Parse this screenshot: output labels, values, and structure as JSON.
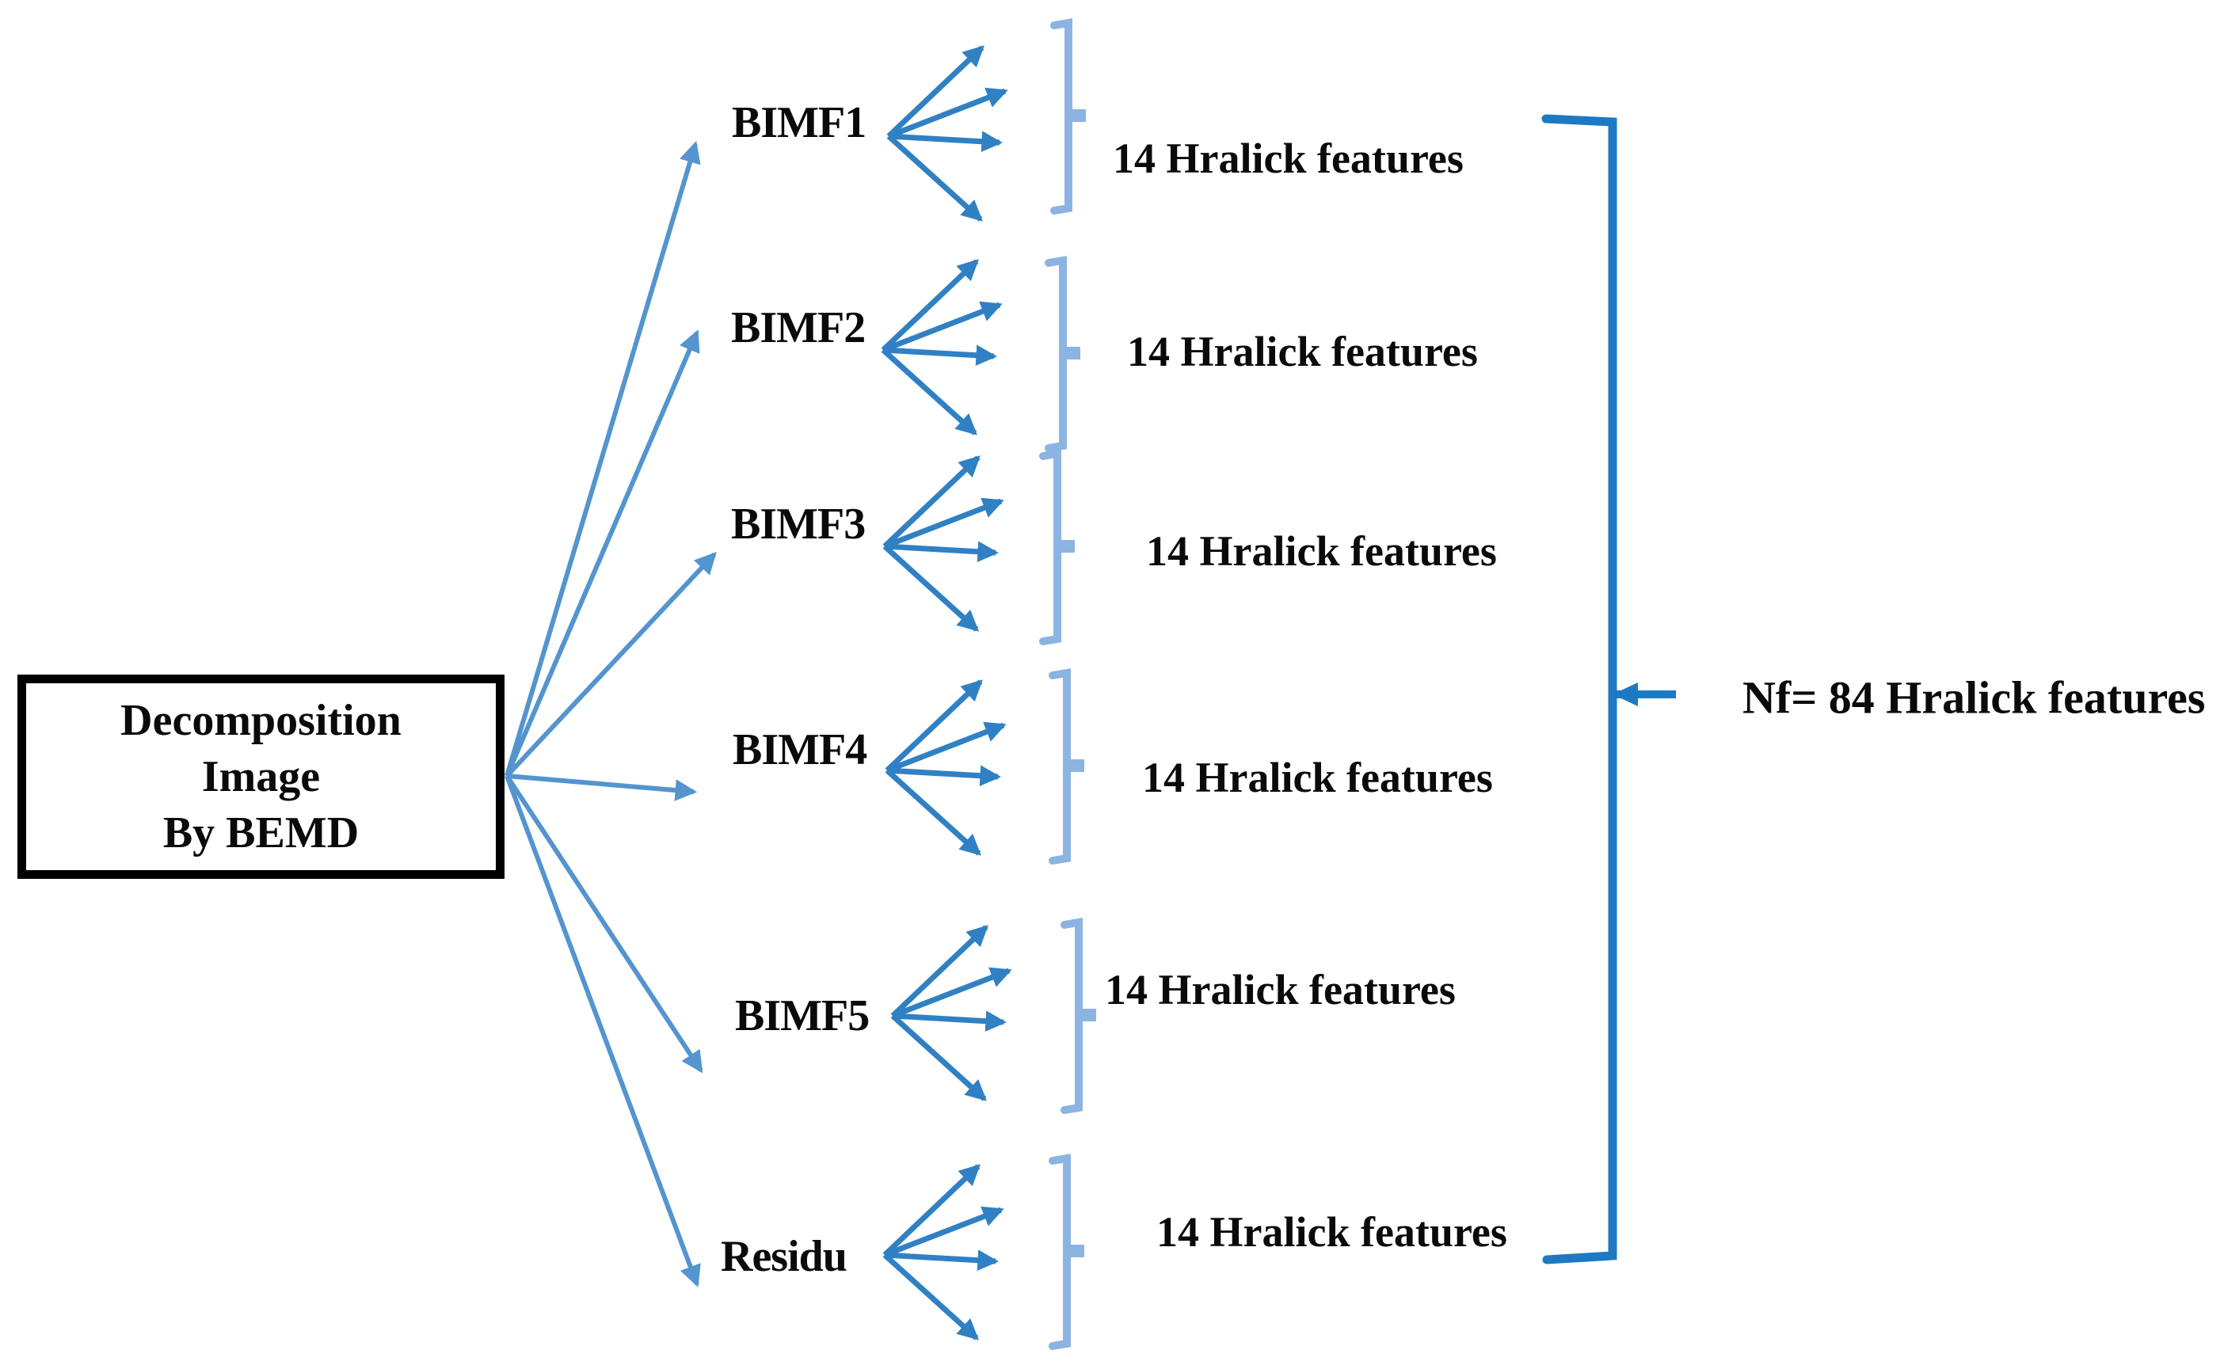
{
  "diagram": {
    "source_box": {
      "line1": "Decomposition",
      "line2": "Image",
      "line3": "By BEMD"
    },
    "rows": [
      {
        "name": "BIMF1",
        "features": "14 Hralick features"
      },
      {
        "name": "BIMF2",
        "features": "14 Hralick features"
      },
      {
        "name": "BIMF3",
        "features": "14 Hralick features"
      },
      {
        "name": "BIMF4",
        "features": "14 Hralick features"
      },
      {
        "name": "BIMF5",
        "features": "14 Hralick features"
      },
      {
        "name": "Residu",
        "features": "14 Hralick features"
      }
    ],
    "total_label": "Nf= 84 Hralick features",
    "colors": {
      "main_arrow": "#5494cf",
      "fan_arrow": "#3080c4",
      "bracket_small": "#8cb4e2",
      "bracket_big": "#1d79c2",
      "text": "#0a0a0a",
      "box_border": "#000000"
    }
  }
}
